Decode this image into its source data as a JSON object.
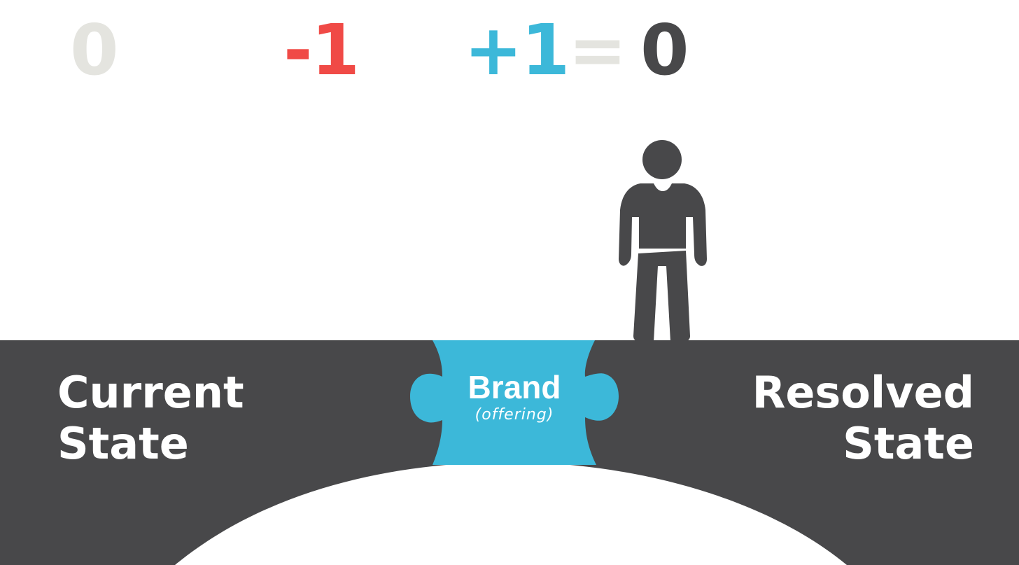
{
  "equation": {
    "term_start": "0",
    "term_minus": "-1",
    "term_plus": "+1",
    "equals": "=",
    "result": "0"
  },
  "bridge": {
    "left_label": [
      "Current",
      "State"
    ],
    "right_label": [
      "Resolved",
      "State"
    ],
    "puzzle_title": "Brand",
    "puzzle_subtitle": "(offering)"
  },
  "icons": {
    "person": "person-standing-icon",
    "puzzle": "puzzle-piece-icon"
  },
  "colors": {
    "dark": "#48484a",
    "red": "#f04a46",
    "blue": "#3cb8d9",
    "light_gray": "#e4e4df",
    "white": "#ffffff"
  }
}
